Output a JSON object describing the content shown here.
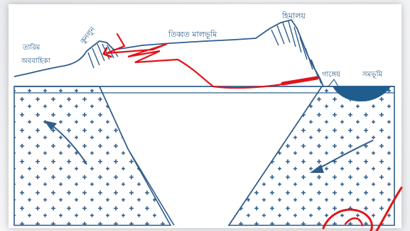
{
  "labels": {
    "tarim": "তারিম",
    "basin": "অববাহিকা",
    "kunlun": "কুনলুন",
    "tibet_plateau": "তিব্বত মালভূমি",
    "himalaya": "হিমালয়",
    "ganges": "গাঙ্গেয়",
    "plain": "সমভূমি"
  },
  "colors": {
    "ink": "#2f5d8c",
    "sea": "#1f5d8f",
    "annotation": "#e0141b"
  }
}
